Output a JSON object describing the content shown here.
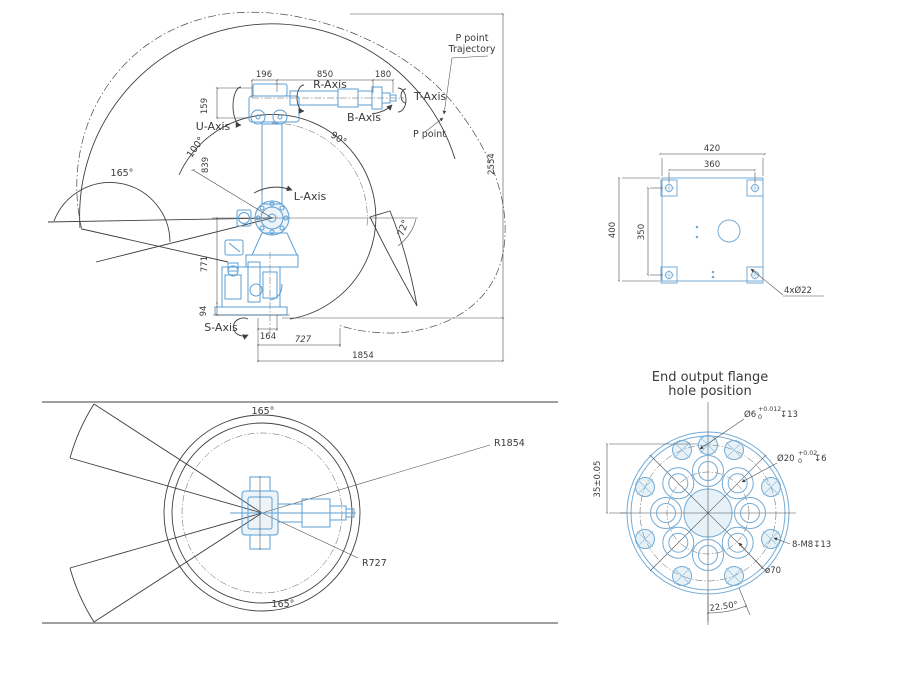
{
  "colors": {
    "line": "#3f3f3f",
    "robot_blue": "#5b9fd4",
    "flange_blue": "#74abd4",
    "background": "#ffffff"
  },
  "side_view": {
    "dim_196": "196",
    "dim_850": "850",
    "dim_180": "180",
    "dim_159": "159",
    "dim_839": "839",
    "dim_2554": "2554",
    "dim_771": "771",
    "dim_94": "94",
    "dim_164": "164",
    "dim_727": "727",
    "dim_1854": "1854",
    "angle_165": "165°",
    "angle_100": "100°",
    "angle_90": "90°",
    "angle_72": "72°",
    "label_u_axis": "U-Axis",
    "label_r_axis": "R-Axis",
    "label_t_axis": "T-Axis",
    "label_b_axis": "B-Axis",
    "label_l_axis": "L-Axis",
    "label_s_axis": "S-Axis",
    "label_p_point": "P point",
    "trajectory_line1": "P point",
    "trajectory_line2": "Trajectory"
  },
  "base_view": {
    "dim_420": "420",
    "dim_360": "360",
    "dim_400": "400",
    "dim_350": "350",
    "label_holes": "4xØ22"
  },
  "top_view": {
    "angle_165_top": "165°",
    "angle_165_bottom": "165°",
    "label_r1854": "R1854",
    "label_r727": "R727"
  },
  "flange_view": {
    "title_line1": "End output flange",
    "title_line2": "hole position",
    "dowel_dia": "Ø6",
    "dowel_tol_upper": "+0.012",
    "dowel_tol_lower": "0",
    "dowel_depth": "↧13",
    "recess_dia": "Ø20",
    "recess_tol_upper": "+0.02",
    "recess_tol_lower": "0",
    "recess_depth": "↧6",
    "dim_35": "35±0.05",
    "label_tapped": "8-M8↧13",
    "dim_70": "ø70",
    "angle_2250": "22.50°"
  }
}
